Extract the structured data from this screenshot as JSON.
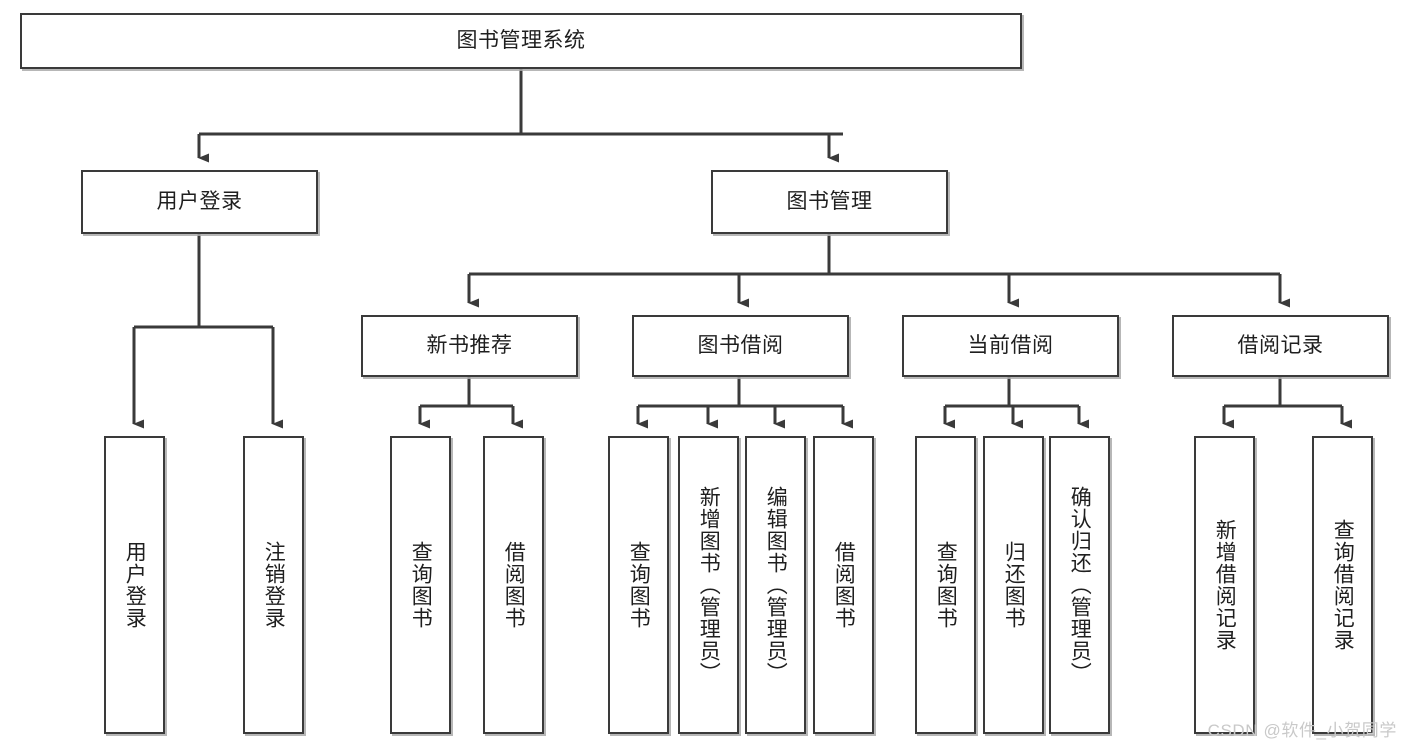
{
  "diagram": {
    "title": "图书管理系统",
    "type": "tree-hierarchy-chart",
    "colors": {
      "box_border": "#3a3a3a",
      "box_fill": "#ffffff",
      "connector": "#3a3a3a",
      "text": "#1f1f1f",
      "watermark": "#c9c9c9",
      "background": "#ffffff"
    },
    "root": {
      "label": "图书管理系统"
    },
    "level1": [
      {
        "label": "用户登录"
      },
      {
        "label": "图书管理"
      }
    ],
    "level2": [
      {
        "label": "新书推荐"
      },
      {
        "label": "图书借阅"
      },
      {
        "label": "当前借阅"
      },
      {
        "label": "借阅记录"
      }
    ],
    "leaves": {
      "user_login": [
        {
          "label": "用户登录"
        },
        {
          "label": "注销登录"
        }
      ],
      "new_book_recommend": [
        {
          "label": "查询图书"
        },
        {
          "label": "借阅图书"
        }
      ],
      "book_borrow": [
        {
          "label": "查询图书"
        },
        {
          "label": "新增图书（管理员）"
        },
        {
          "label": "编辑图书（管理员）"
        },
        {
          "label": "借阅图书"
        }
      ],
      "current_borrow": [
        {
          "label": "查询图书"
        },
        {
          "label": "归还图书"
        },
        {
          "label": "确认归还（管理员）"
        }
      ],
      "borrow_record": [
        {
          "label": "新增借阅记录"
        },
        {
          "label": "查询借阅记录"
        }
      ]
    },
    "watermark": "CSDN @软件_小贺同学"
  }
}
